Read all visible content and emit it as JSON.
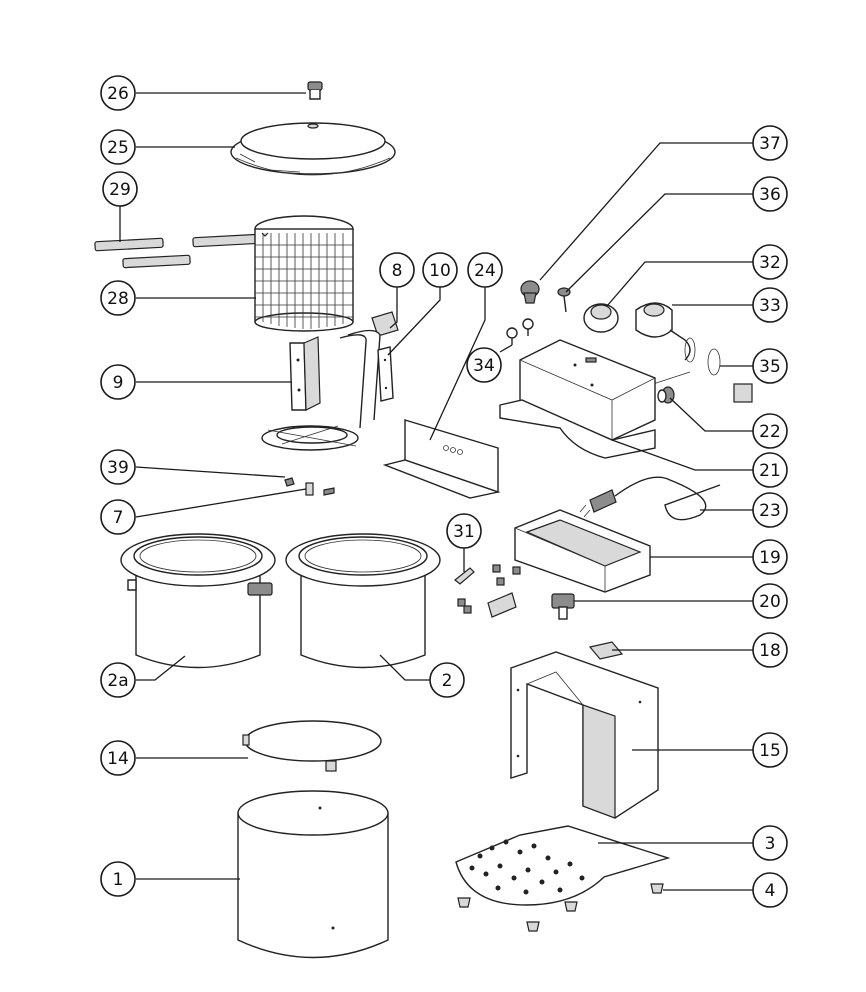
{
  "callouts": [
    {
      "id": "c26",
      "label": "26"
    },
    {
      "id": "c25",
      "label": "25"
    },
    {
      "id": "c29",
      "label": "29"
    },
    {
      "id": "c28",
      "label": "28"
    },
    {
      "id": "c9",
      "label": "9"
    },
    {
      "id": "c39",
      "label": "39"
    },
    {
      "id": "c7",
      "label": "7"
    },
    {
      "id": "c2a",
      "label": "2a"
    },
    {
      "id": "c14",
      "label": "14"
    },
    {
      "id": "c1",
      "label": "1"
    },
    {
      "id": "c8",
      "label": "8"
    },
    {
      "id": "c10",
      "label": "10"
    },
    {
      "id": "c24",
      "label": "24"
    },
    {
      "id": "c34",
      "label": "34"
    },
    {
      "id": "c31",
      "label": "31"
    },
    {
      "id": "c2",
      "label": "2"
    },
    {
      "id": "c37",
      "label": "37"
    },
    {
      "id": "c36",
      "label": "36"
    },
    {
      "id": "c32",
      "label": "32"
    },
    {
      "id": "c33",
      "label": "33"
    },
    {
      "id": "c35",
      "label": "35"
    },
    {
      "id": "c22",
      "label": "22"
    },
    {
      "id": "c21",
      "label": "21"
    },
    {
      "id": "c23",
      "label": "23"
    },
    {
      "id": "c19",
      "label": "19"
    },
    {
      "id": "c20",
      "label": "20"
    },
    {
      "id": "c18",
      "label": "18"
    },
    {
      "id": "c15",
      "label": "15"
    },
    {
      "id": "c3",
      "label": "3"
    },
    {
      "id": "c4",
      "label": "4"
    }
  ]
}
